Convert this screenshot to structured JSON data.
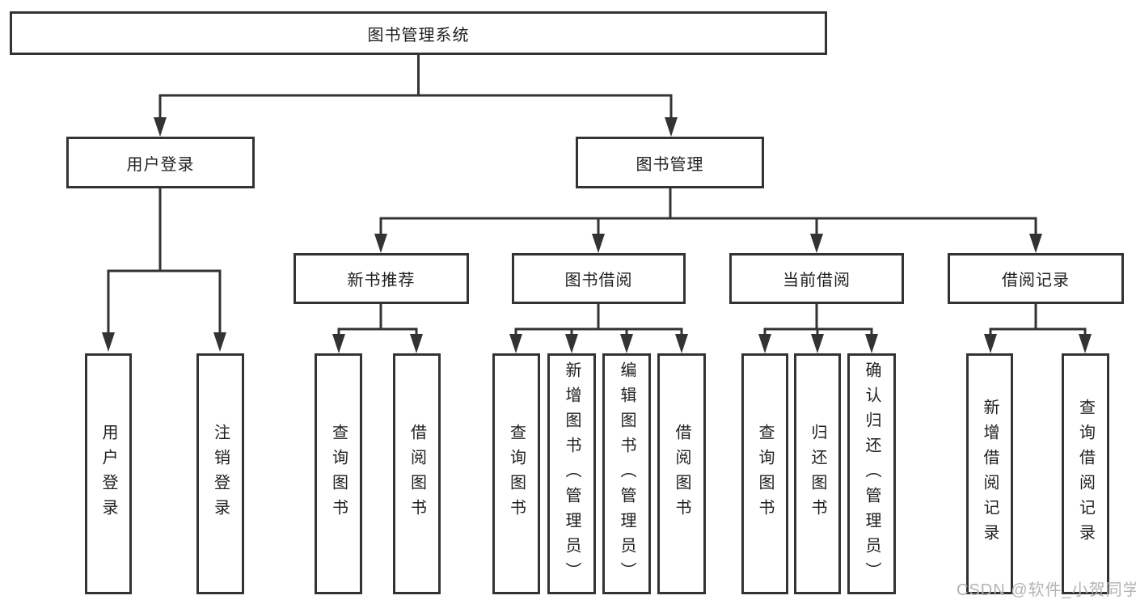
{
  "colors": {
    "line": "#333333",
    "box_border": "#333333",
    "text": "#1f1f1f",
    "background": "#ffffff",
    "watermark": "#b0b3b8"
  },
  "watermark": {
    "text": "CSDN @软件_小贺同学"
  },
  "tree": {
    "root": {
      "label": "图书管理系统"
    },
    "branches": [
      {
        "label": "用户登录",
        "children": [
          {
            "label": "用户登录"
          },
          {
            "label": "注销登录"
          }
        ]
      },
      {
        "label": "图书管理",
        "children": [
          {
            "label": "新书推荐",
            "children": [
              {
                "label": "查询图书"
              },
              {
                "label": "借阅图书"
              }
            ]
          },
          {
            "label": "图书借阅",
            "children": [
              {
                "label": "查询图书"
              },
              {
                "label": "新增图书（管理员）"
              },
              {
                "label": "编辑图书（管理员）"
              },
              {
                "label": "借阅图书"
              }
            ]
          },
          {
            "label": "当前借阅",
            "children": [
              {
                "label": "查询图书"
              },
              {
                "label": "归还图书"
              },
              {
                "label": "确认归还（管理员）"
              }
            ]
          },
          {
            "label": "借阅记录",
            "children": [
              {
                "label": "新增借阅记录"
              },
              {
                "label": "查询借阅记录"
              }
            ]
          }
        ]
      }
    ]
  }
}
